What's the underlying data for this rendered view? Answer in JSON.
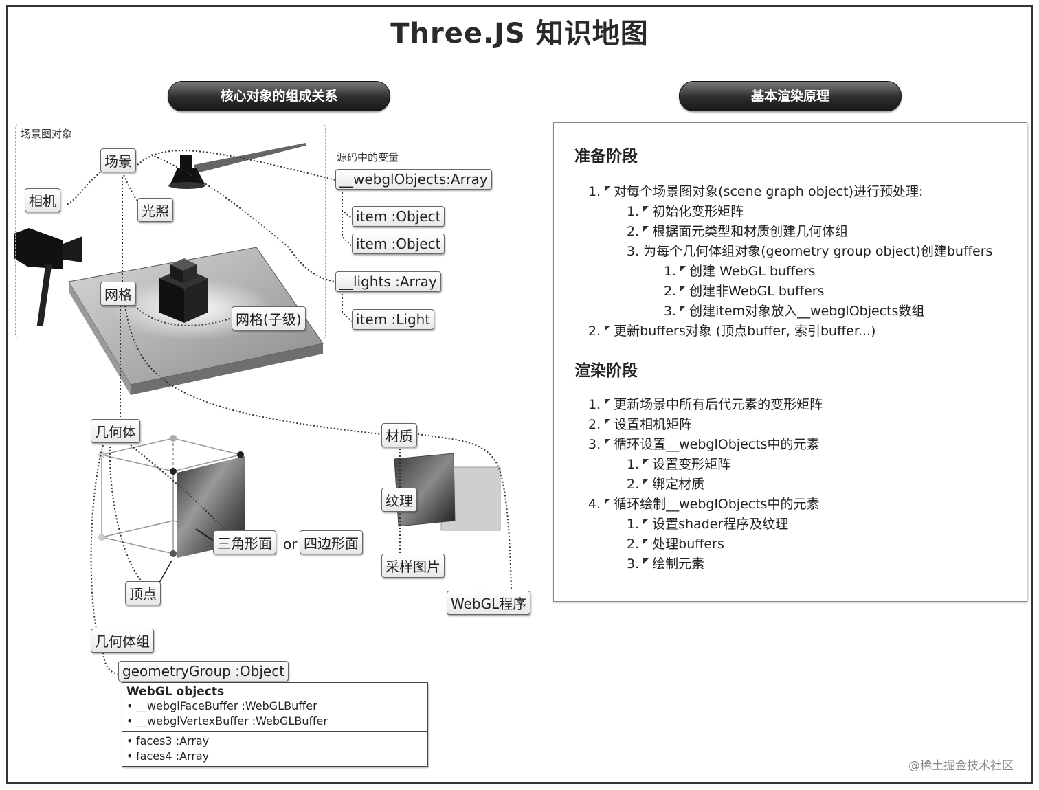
{
  "title": "Three.JS 知识地图",
  "headers": {
    "left": "核心对象的组成关系",
    "right": "基本渲染原理"
  },
  "scene_label": "场景图对象",
  "source_label": "源码中的变量",
  "nodes": {
    "scene": "场景",
    "camera": "相机",
    "light": "光照",
    "mesh": "网格",
    "mesh_child": "网格(子级)",
    "webgl_objects": "__webglObjects:Array",
    "item_object_1": "item :Object",
    "item_object_2": "item :Object",
    "lights": "__lights :Array",
    "item_light": "item :Light",
    "geometry": "几何体",
    "material": "材质",
    "texture": "纹理",
    "triangle": "三角形面",
    "or": "or",
    "quad": "四边形面",
    "sample_image": "采样图片",
    "vertex": "顶点",
    "webgl_program": "WebGL程序",
    "geometry_group": "几何体组",
    "geometry_group_obj": "geometryGroup :Object"
  },
  "object_box": {
    "heading": "WebGL objects",
    "buffers": [
      "__webglFaceBuffer :WebGLBuffer",
      "__webglVertexBuffer :WebGLBuffer"
    ],
    "faces": [
      "faces3 :Array",
      "faces4 :Array"
    ]
  },
  "prep": {
    "title": "准备阶段",
    "steps": [
      {
        "num": "1.",
        "text": "对每个场景图对象(scene graph object)进行预处理:"
      },
      {
        "num": "1.",
        "text": "初始化变形矩阵"
      },
      {
        "num": "2.",
        "text": "根据面元类型和材质创建几何体组"
      },
      {
        "num": "3.",
        "text": "为每个几何体组对象(geometry group object)创建buffers"
      },
      {
        "num": "1.",
        "text": "创建 WebGL buffers"
      },
      {
        "num": "2.",
        "text": "创建非WebGL buffers"
      },
      {
        "num": "3.",
        "text": "创建item对象放入__webglObjects数组"
      },
      {
        "num": "2.",
        "text": "更新buffers对象 (顶点buffer, 索引buffer...)"
      }
    ]
  },
  "render": {
    "title": "渲染阶段",
    "steps": [
      {
        "num": "1.",
        "text": "更新场景中所有后代元素的变形矩阵"
      },
      {
        "num": "2.",
        "text": "设置相机矩阵"
      },
      {
        "num": "3.",
        "text": "循环设置__webglObjects中的元素"
      },
      {
        "num": "1.",
        "text": "设置变形矩阵"
      },
      {
        "num": "2.",
        "text": "绑定材质"
      },
      {
        "num": "4.",
        "text": "循环绘制__webglObjects中的元素"
      },
      {
        "num": "1.",
        "text": "设置shader程序及纹理"
      },
      {
        "num": "2.",
        "text": "处理buffers"
      },
      {
        "num": "3.",
        "text": "绘制元素"
      }
    ]
  },
  "watermark": "@稀土掘金技术社区"
}
